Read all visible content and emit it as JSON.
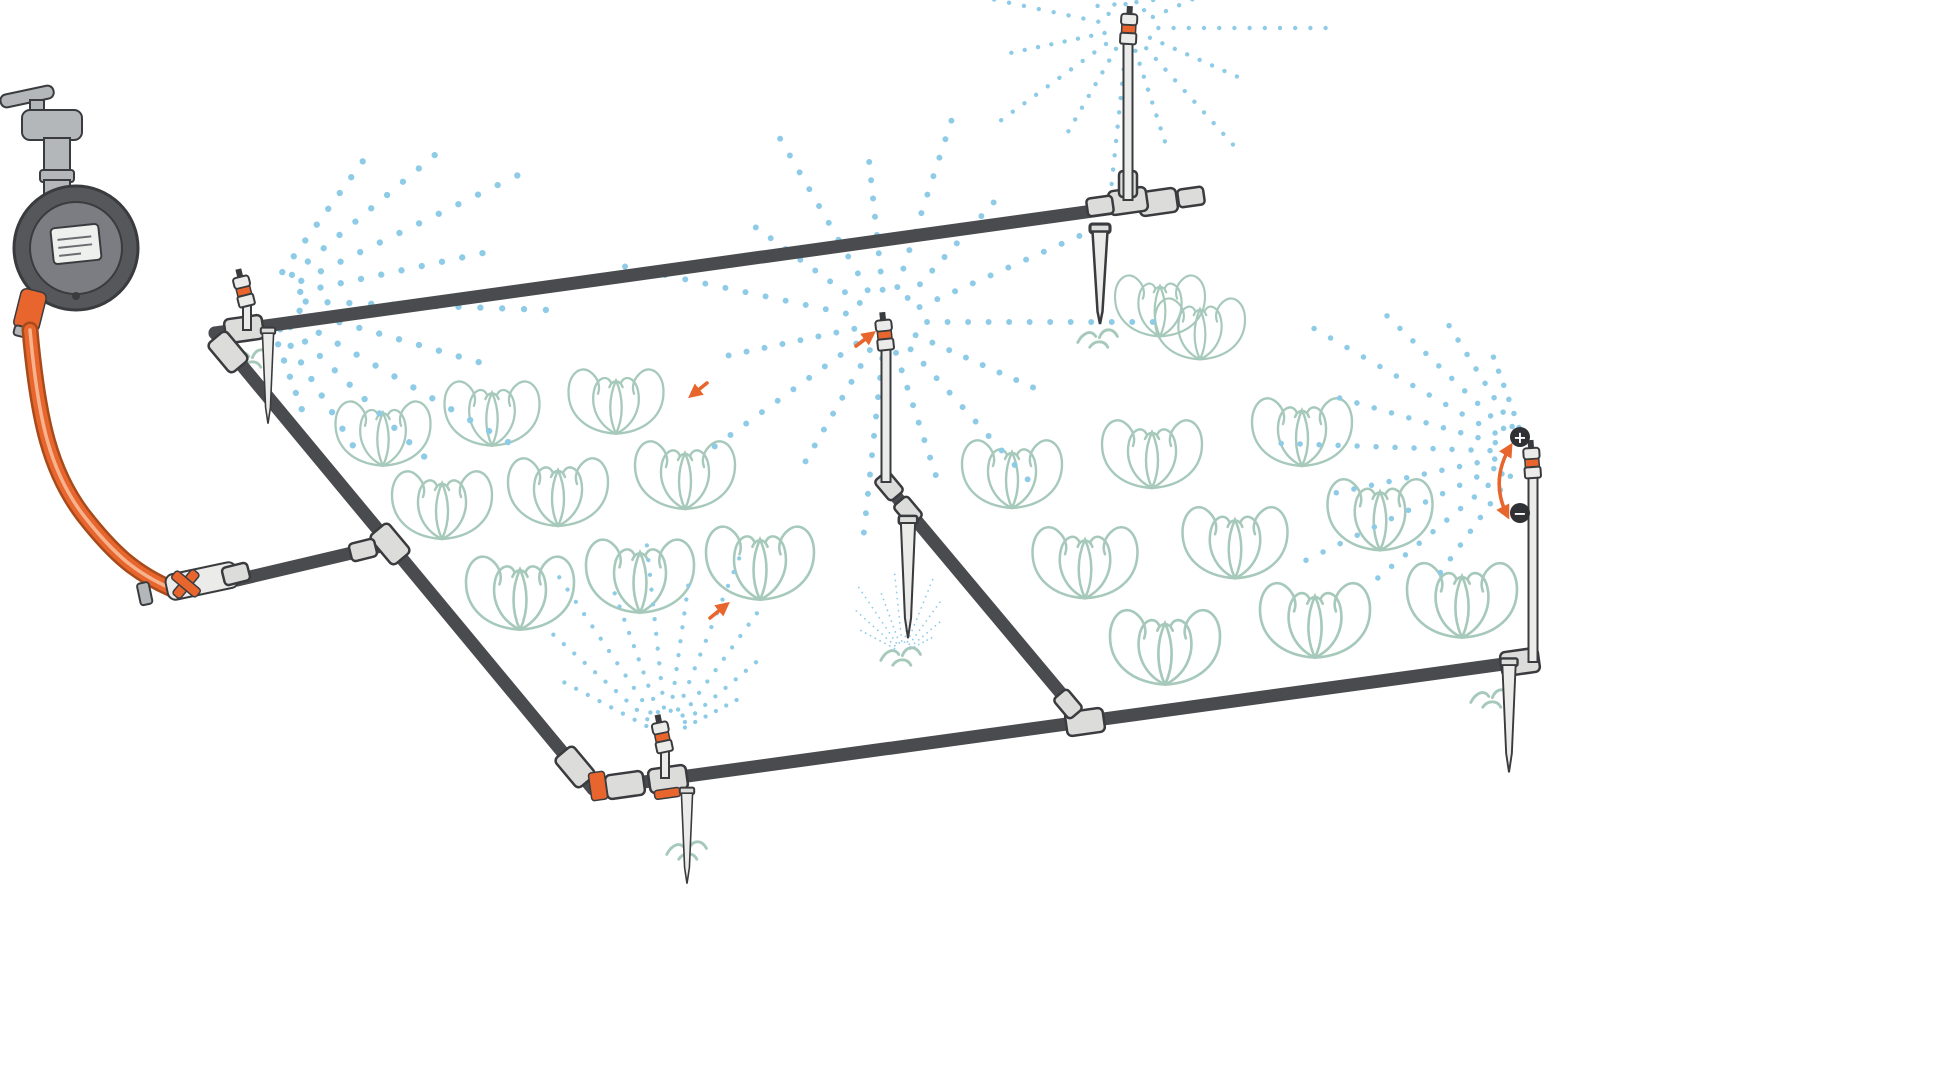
{
  "labels": {
    "plus": "+",
    "minus": "−"
  },
  "colors": {
    "bg": "#ffffff",
    "pipe": "#4a4b4e",
    "outline": "#3a3b3e",
    "sleeve": "#dcdcda",
    "metal": "#ebebe9",
    "metal_mid": "#b4b7b9",
    "accent": "#e8662d",
    "accent_dark": "#a84a1a",
    "hose_stripe": "#f6b38d",
    "spray": "#8ecbe7",
    "plant": "#a6c9bb",
    "badge": "#303134",
    "lcd": "#eef0ee",
    "timer_body": "#55575b",
    "timer_face": "#7b7d82"
  },
  "components": {
    "tap": "water-tap",
    "timer": "water-timer",
    "hose": "garden-hose",
    "connector": "hose-pipe-connector",
    "pipes": [
      "pipe-top",
      "pipe-left",
      "pipe-bottom",
      "pipe-feed",
      "pipe-branch"
    ],
    "sprinklers": [
      "sprinkler-top-left",
      "sprinkler-top",
      "sprinkler-middle",
      "sprinkler-bottom",
      "sprinkler-right"
    ],
    "plants": "cabbage-plants",
    "sprays": [
      "spray-top-left",
      "spray-top",
      "spray-middle",
      "spray-bottom",
      "spray-right",
      "spray-ground"
    ]
  }
}
